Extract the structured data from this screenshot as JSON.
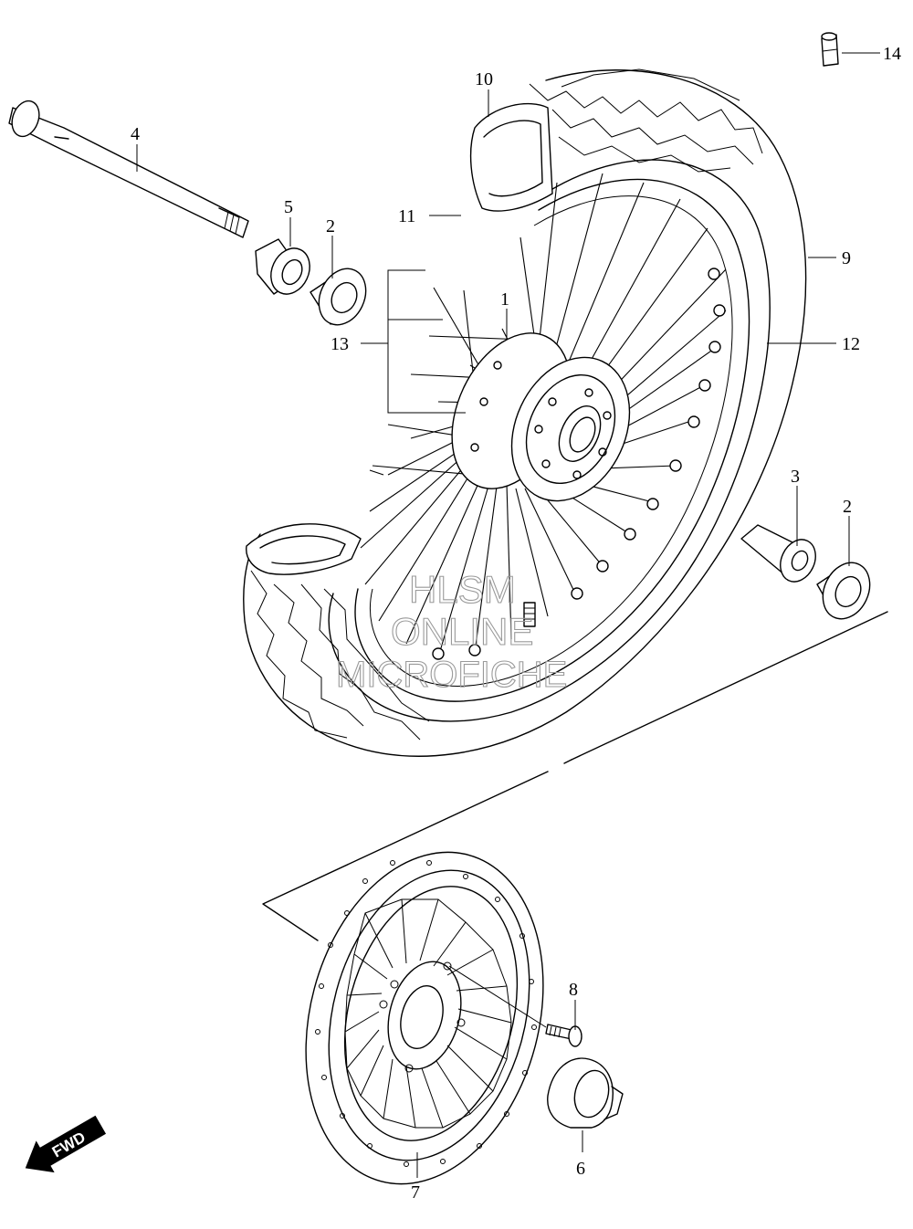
{
  "callouts": {
    "c1": "1",
    "c2a": "2",
    "c2b": "2",
    "c3": "3",
    "c4": "4",
    "c5": "5",
    "c6": "6",
    "c7": "7",
    "c8": "8",
    "c9": "9",
    "c10": "10",
    "c11": "11",
    "c12": "12",
    "c13": "13",
    "c14": "14"
  },
  "watermark": {
    "line1": "HLSM",
    "line2": "ONLINE",
    "line3": "MICROFICHE"
  },
  "fwd_label": "FWD"
}
